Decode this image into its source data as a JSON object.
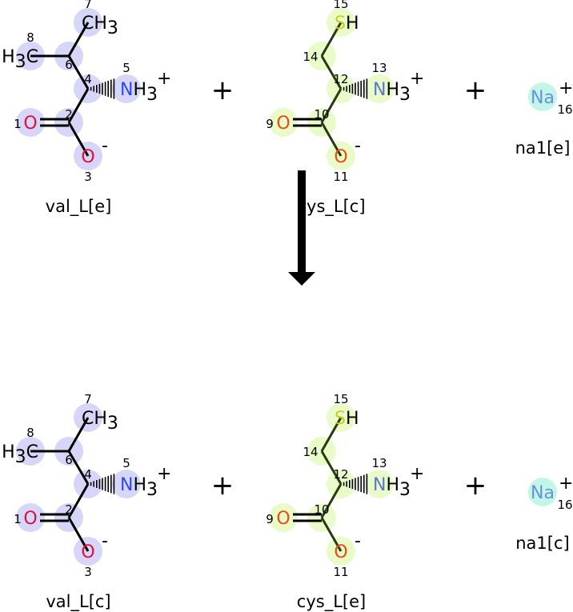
{
  "colors": {
    "val_circle": "#d6d6f9",
    "cys_circle": "#e9fbc8",
    "na_circle": "#c2f6e6",
    "val_O": "#e0103a",
    "val_N": "#3048f0",
    "cys_O": "#f04a10",
    "cys_N": "#5a78c8",
    "S": "#c4d020",
    "Na": "#6a90e0"
  },
  "operator": "+",
  "reactants": {
    "val": {
      "name": "val_L[e]",
      "atoms": {
        "a7": {
          "num": "7",
          "el": "C",
          "h": "H3"
        },
        "a8": {
          "num": "8",
          "pre": "H3",
          "el": "C"
        },
        "a6": {
          "num": "6"
        },
        "a4": {
          "num": "4"
        },
        "a5": {
          "num": "5",
          "el": "N",
          "h": "H3",
          "charge": "+"
        },
        "a2": {
          "num": "2"
        },
        "a1": {
          "num": "1",
          "el": "O"
        },
        "a3": {
          "num": "3",
          "el": "O",
          "charge": "-"
        }
      }
    },
    "cys": {
      "name": "cys_L[c]",
      "atoms": {
        "a15": {
          "num": "15",
          "el": "S",
          "h": "H"
        },
        "a14": {
          "num": "14"
        },
        "a12": {
          "num": "12"
        },
        "a13": {
          "num": "13",
          "el": "N",
          "h": "H3",
          "charge": "+"
        },
        "a10": {
          "num": "10"
        },
        "a9": {
          "num": "9",
          "el": "O"
        },
        "a11": {
          "num": "11",
          "el": "O",
          "charge": "-"
        }
      }
    },
    "na": {
      "name": "na1[e]",
      "atoms": {
        "a16": {
          "num": "16",
          "el": "Na",
          "charge": "+"
        }
      }
    }
  },
  "products": {
    "val": {
      "name": "val_L[c]"
    },
    "cys": {
      "name": "cys_L[e]"
    },
    "na": {
      "name": "na1[c]"
    }
  }
}
